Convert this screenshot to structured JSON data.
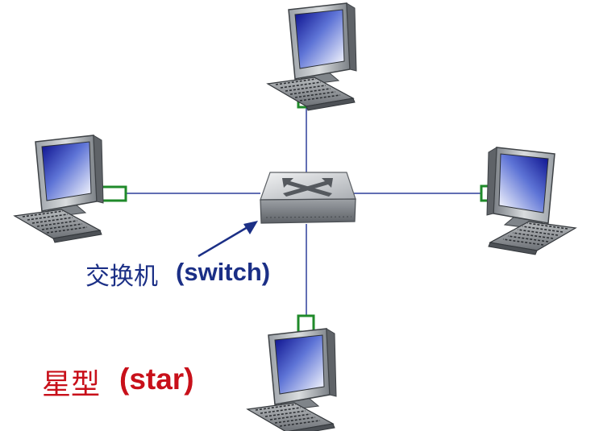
{
  "labels": {
    "switch_prefix": "交换机",
    "switch_suffix": "(switch)",
    "topology_prefix": "星型",
    "topology_suffix": "(star)"
  },
  "colors": {
    "switch_label": "#1b2f86",
    "topology_label": "#c8101a",
    "link": "#2d3f9a",
    "connector": "#1f8a2a"
  },
  "icons": [
    "computer-icon",
    "switch-icon",
    "network-connector-icon"
  ]
}
